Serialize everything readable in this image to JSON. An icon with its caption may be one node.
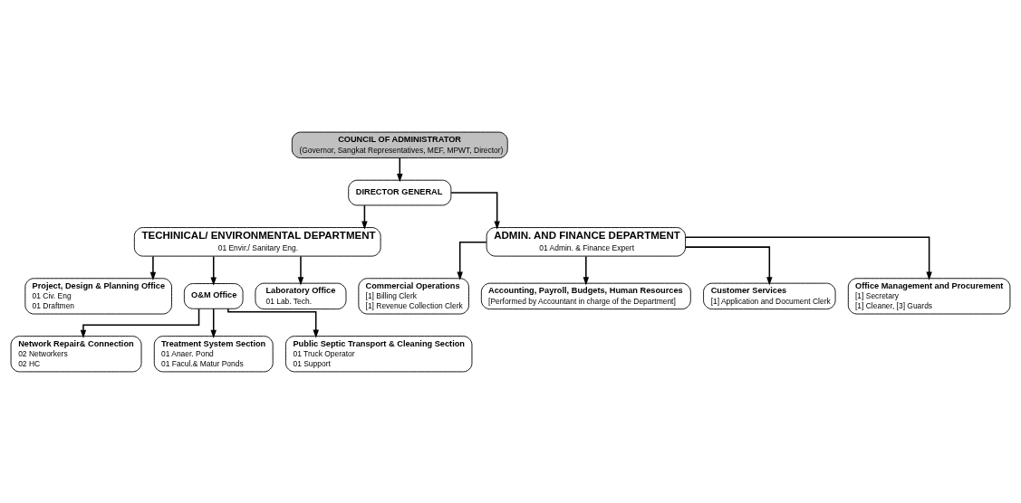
{
  "diagram": {
    "nodes": [
      {
        "text": [
          "COUNCIL OF ADMINISTRATOR",
          "(Governor, Sangkat Representatives, MEF, MPWT, Director)"
        ]
      },
      {
        "text": [
          "DIRECTOR GENERAL"
        ]
      },
      {
        "text": [
          "TECHINICAL/ ENVIRONMENTAL DEPARTMENT",
          "01 Envir./ Sanitary Eng."
        ]
      },
      {
        "text": [
          "ADMIN. AND FINANCE DEPARTMENT",
          "01 Admin. & Finance Expert"
        ]
      },
      {
        "text": [
          "Project, Design & Planning Office",
          "01 Civ. Eng",
          "01 Draftmen"
        ]
      },
      {
        "text": [
          "O&M Office"
        ]
      },
      {
        "text": [
          "Laboratory Office",
          "01 Lab. Tech."
        ]
      },
      {
        "text": [
          "Commercial Operations",
          "[1] Billing Clerk",
          "[1] Revenue Collection Clerk"
        ]
      },
      {
        "text": [
          "Accounting, Payroll, Budgets, Human Resources",
          "[Performed by Accountant in charge of the Department]"
        ]
      },
      {
        "text": [
          "Customer Services",
          "[1] Application and Document Clerk"
        ]
      },
      {
        "text": [
          "Office Management and Procurement",
          "[1] Secretary",
          "[1] Cleaner, [3] Guards"
        ]
      },
      {
        "text": [
          "Network Repair& Connection",
          "02 Networkers",
          "02 HC"
        ]
      },
      {
        "text": [
          "Treatment System Section",
          "01 Anaer. Pond",
          "01 Facul.& Matur Ponds"
        ]
      },
      {
        "text": [
          "Public Septic Transport & Cleaning Section",
          "01 Truck Operator",
          "01 Support"
        ]
      }
    ],
    "edges": [
      {
        "from": 0,
        "to": 1,
        "arrow": "to"
      },
      {
        "from": 1,
        "to": 2,
        "arrow": "to"
      },
      {
        "from": 1,
        "to": 3,
        "arrow": "to"
      },
      {
        "from": 2,
        "to": 4,
        "arrow": "to"
      },
      {
        "from": 2,
        "to": 5,
        "arrow": "to"
      },
      {
        "from": 2,
        "to": 6,
        "arrow": "to"
      },
      {
        "from": 3,
        "to": 7,
        "arrow": "to"
      },
      {
        "from": 3,
        "to": 8,
        "arrow": "to"
      },
      {
        "from": 3,
        "to": 9,
        "arrow": "to"
      },
      {
        "from": 3,
        "to": 10,
        "arrow": "to"
      },
      {
        "from": 5,
        "to": 11,
        "arrow": "to"
      },
      {
        "from": 5,
        "to": 12,
        "arrow": "to"
      },
      {
        "from": 5,
        "to": 13,
        "arrow": "to"
      }
    ]
  }
}
